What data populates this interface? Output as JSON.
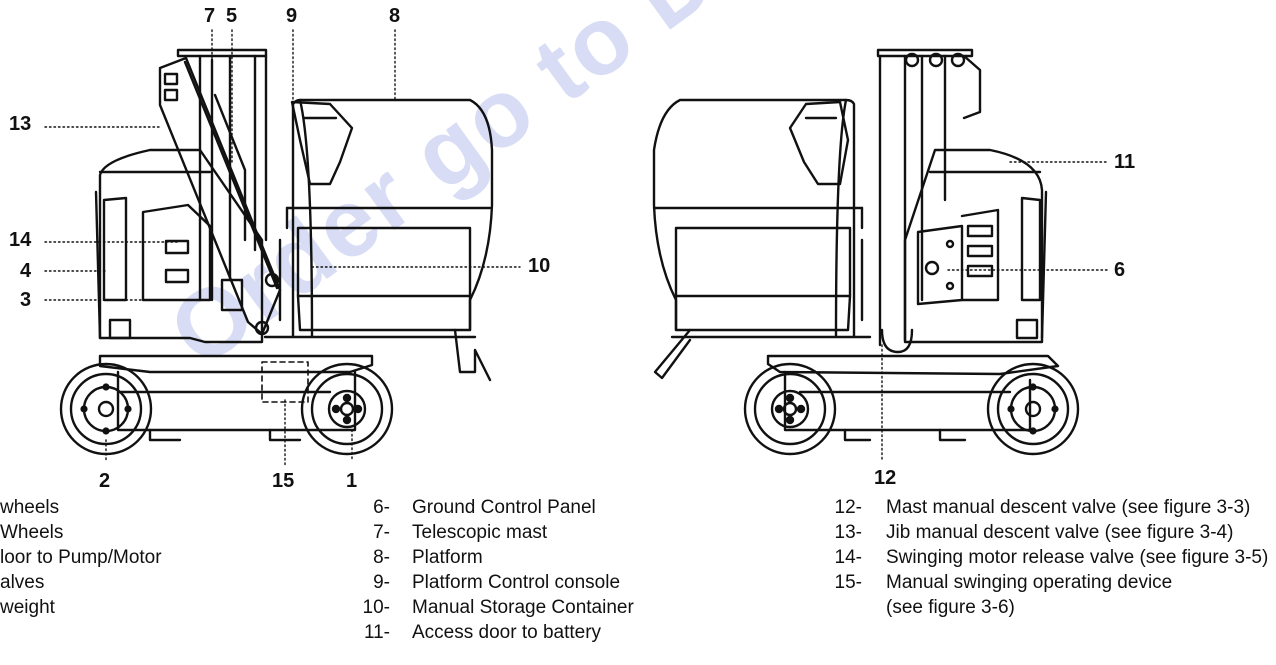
{
  "watermark": "Order go to Discount-Equipment.com",
  "callouts": {
    "c1": "1",
    "c2": "2",
    "c3": "3",
    "c4": "4",
    "c5": "5",
    "c6": "6",
    "c7": "7",
    "c8": "8",
    "c9": "9",
    "c10": "10",
    "c11": "11",
    "c12": "12",
    "c13": "13",
    "c14": "14",
    "c15": "15"
  },
  "legend": {
    "col1": [
      {
        "text": "wheels"
      },
      {
        "text": "Wheels"
      },
      {
        "text": "loor to Pump/Motor"
      },
      {
        "text": "alves"
      },
      {
        "text": "weight"
      }
    ],
    "col2": [
      {
        "num": "6-",
        "text": "Ground Control Panel"
      },
      {
        "num": "7-",
        "text": "Telescopic mast"
      },
      {
        "num": "8-",
        "text": "Platform"
      },
      {
        "num": "9-",
        "text": "Platform Control console"
      },
      {
        "num": "10-",
        "text": "Manual Storage Container"
      },
      {
        "num": "11-",
        "text": "Access door to battery"
      }
    ],
    "col3": [
      {
        "num": "12-",
        "text": "Mast manual descent valve (see figure 3-3)"
      },
      {
        "num": "13-",
        "text": "Jib manual descent valve (see figure 3-4)"
      },
      {
        "num": "14-",
        "text": "Swinging motor release valve (see figure 3-5)"
      },
      {
        "num": "15-",
        "text": "Manual swinging operating device"
      },
      {
        "num": "",
        "text": "(see figure 3-6)"
      }
    ]
  }
}
